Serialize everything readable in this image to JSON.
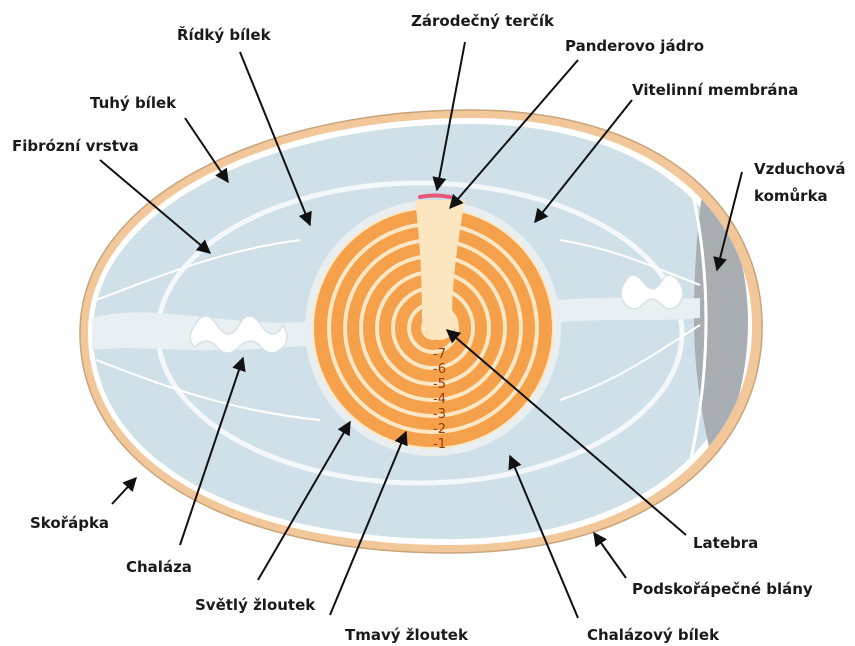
{
  "labels": {
    "zarodecny_tercik": "Zárodečný terčík",
    "ridky_bilek": "Řídký bílek",
    "panderovo_jadro": "Panderovo jádro",
    "tuhy_bilek": "Tuhý bílek",
    "vitelinni_membrana": "Vitelinní membrána",
    "fibrozni_vrstva": "Fibrózní vrstva",
    "vzduchova_komurka_1": "Vzduchová",
    "vzduchova_komurka_2": "komůrka",
    "skorapka": "Skořápka",
    "chalaza": "Chaláza",
    "latebra": "Latebra",
    "svetly_zloutek": "Světlý žloutek",
    "podskorapecne_blany": "Podskořápečné blány",
    "tmavy_zloutek": "Tmavý žloutek",
    "chalazovy_bilek": "Chalázový bílek"
  },
  "yolk_layer_numbers": [
    "-7",
    "-6",
    "-5",
    "-4",
    "-3",
    "-2",
    "-1"
  ],
  "colors": {
    "shell": "#f2c79a",
    "albumen": "#cfe0e8",
    "outer_albumen": "#e3edf2",
    "yolk_dark": "#f5a04a",
    "yolk_light_ring": "#fde7c4",
    "latebra": "#fbe6bf",
    "germinal_disc": "#e8587a",
    "air_cell": "#a9aeb3"
  }
}
